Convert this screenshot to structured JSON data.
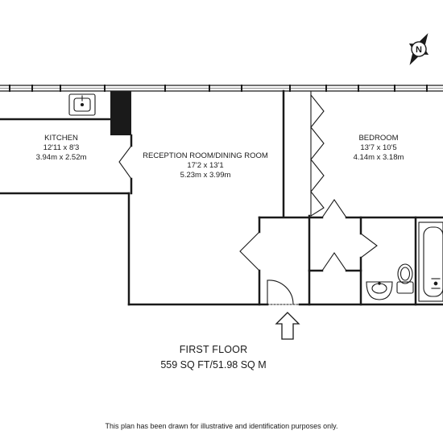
{
  "rooms": {
    "kitchen": {
      "name": "KITCHEN",
      "imperial": "12'11 x 8'3",
      "metric": "3.94m x 2.52m"
    },
    "reception": {
      "name": "RECEPTION ROOM/DINING ROOM",
      "imperial": "17'2 x 13'1",
      "metric": "5.23m x 3.99m"
    },
    "bedroom": {
      "name": "BEDROOM",
      "imperial": "13'7 x 10'5",
      "metric": "4.14m x 3.18m"
    }
  },
  "floor": {
    "title": "FIRST FLOOR",
    "area": "559 SQ FT/51.98 SQ M"
  },
  "compass": {
    "letter": "N"
  },
  "disclaimer": "This plan has been drawn for illustrative and identification purposes only.",
  "colors": {
    "wall": "#1a1a1a",
    "background": "#ffffff"
  }
}
